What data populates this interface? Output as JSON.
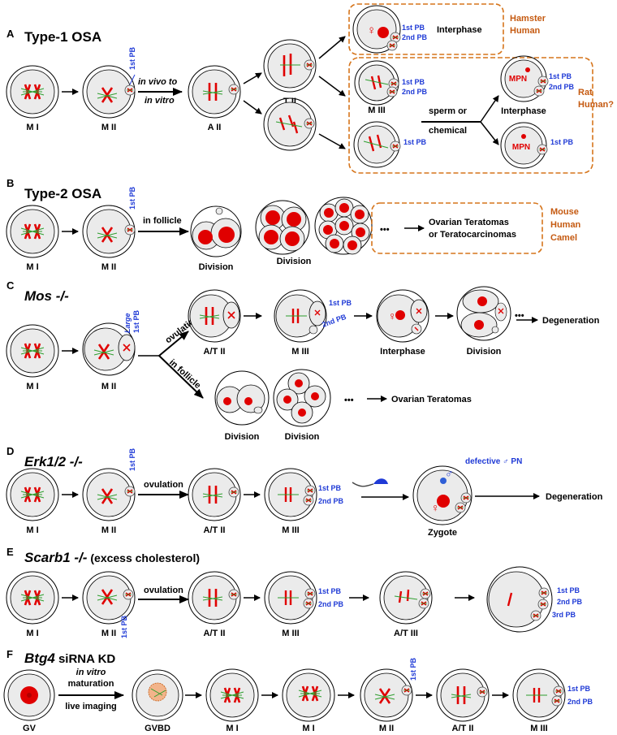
{
  "panels": {
    "A": {
      "letter": "A",
      "title": "Type-1 OSA",
      "stages": [
        "M I",
        "M II",
        "A II",
        "T II",
        "M III",
        "Interphase"
      ],
      "arrow1_top": "in vivo to",
      "arrow1_bottom": "in vitro",
      "pb1": "1st PB",
      "pb2": "2nd PB",
      "species_top": [
        "Hamster",
        "Human"
      ],
      "species_bottom": [
        "Rat",
        "Human?"
      ],
      "interphase": "Interphase",
      "sperm_top": "sperm or",
      "sperm_bottom": "chemical",
      "mpn": "MPN",
      "female_symbol": "♀"
    },
    "B": {
      "letter": "B",
      "title": "Type-2 OSA",
      "stages": [
        "M I",
        "M II",
        "Division",
        "Division"
      ],
      "arrow_label": "in follicle",
      "pb1": "1st PB",
      "dots": "•••",
      "outcome": [
        "Ovarian Teratomas",
        "or Teratocarcinomas"
      ],
      "species": [
        "Mouse",
        "Human",
        "Camel"
      ]
    },
    "C": {
      "letter": "C",
      "title": "Mos -/-",
      "stages": [
        "M I",
        "M II",
        "A/T II",
        "M III",
        "Interphase",
        "Division",
        "Division",
        "Division"
      ],
      "pb_large": "Large",
      "pb1": "1st PB",
      "pb2": "2nd PB",
      "ovulation": "ovulation",
      "in_follicle": "in follicle",
      "dots": "•••",
      "degeneration": "Degeneration",
      "ovarian": "Ovarian Teratomas",
      "female_symbol": "♀"
    },
    "D": {
      "letter": "D",
      "title": "Erk1/2 -/-",
      "stages": [
        "M I",
        "M II",
        "A/T II",
        "M III",
        "Zygote"
      ],
      "ovulation": "ovulation",
      "pb1": "1st PB",
      "pb2": "2nd PB",
      "defective": "defective ♂ PN",
      "male_symbol": "♂",
      "female_symbol": "♀",
      "degeneration": "Degeneration"
    },
    "E": {
      "letter": "E",
      "title_italic": "Scarb1 -/-",
      "title_rest": " (excess cholesterol)",
      "stages": [
        "M I",
        "M II",
        "A/T II",
        "M III",
        "A/T III"
      ],
      "ovulation": "ovulation",
      "pb1": "1st PB",
      "pb2": "2nd PB",
      "pb3": "3rd PB"
    },
    "F": {
      "letter": "F",
      "title_italic": "Btg4",
      "title_rest": " siRNA KD",
      "stages": [
        "GV",
        "GVBD",
        "M I",
        "M I",
        "M II",
        "A/T II",
        "M III"
      ],
      "arrow_top": "in vitro",
      "arrow_top2": "maturation",
      "arrow_bottom": "live imaging",
      "pb1": "1st PB",
      "pb2": "2nd PB"
    }
  },
  "colors": {
    "chromosome": "#e00000",
    "spindle": "#2e9e2e",
    "cytoplasm": "#ebebeb",
    "label_blue": "#1f3ad6",
    "box_orange": "#d6751c",
    "gvbd": "#f2b48a"
  }
}
